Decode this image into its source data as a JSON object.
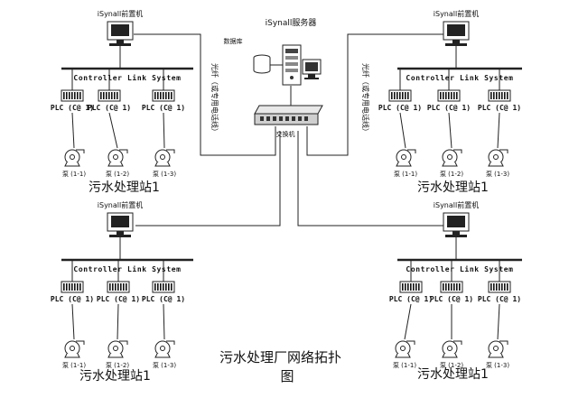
{
  "title": {
    "line1": "污水处理厂网络拓扑",
    "line2": "图"
  },
  "server": {
    "label": "iSynall服务器",
    "database_label": "数据库",
    "switch_label": "交换机"
  },
  "links": {
    "left": "光纤（或专用电话线）",
    "right": "光纤（或专用电话线）"
  },
  "stations": [
    {
      "frontend_label": "iSynall前置机",
      "bus_label": "Controller Link System",
      "plcs": [
        "PLC (C@ 1)",
        "PLC (C@ 1)",
        "PLC (C@ 1)"
      ],
      "pumps": [
        "泵 (1-1)",
        "泵 (1-2)",
        "泵 (1-3)"
      ],
      "name": "污水处理站1"
    },
    {
      "frontend_label": "iSynall前置机",
      "bus_label": "Controller Link System",
      "plcs": [
        "PLC (C@ 1)",
        "PLC (C@ 1)",
        "PLC (C@ 1)"
      ],
      "pumps": [
        "泵 (1-1)",
        "泵 (1-2)",
        "泵 (1-3)"
      ],
      "name": "污水处理站1"
    },
    {
      "frontend_label": "iSynall前置机",
      "bus_label": "Controller Link System",
      "plcs": [
        "PLC (C@ 1)",
        "PLC (C@ 1)",
        "PLC (C@ 1)"
      ],
      "pumps": [
        "泵 (1-1)",
        "泵 (1-2)",
        "泵 (1-3)"
      ],
      "name": "污水处理站1"
    },
    {
      "frontend_label": "iSynall前置机",
      "bus_label": "Controller Link System",
      "plcs": [
        "PLC (C@ 1)",
        "PLC (C@ 1)",
        "PLC (C@ 1)"
      ],
      "pumps": [
        "泵 (1-1)",
        "泵 (1-2)",
        "泵 (1-3)"
      ],
      "name": "污水处理站1"
    }
  ]
}
